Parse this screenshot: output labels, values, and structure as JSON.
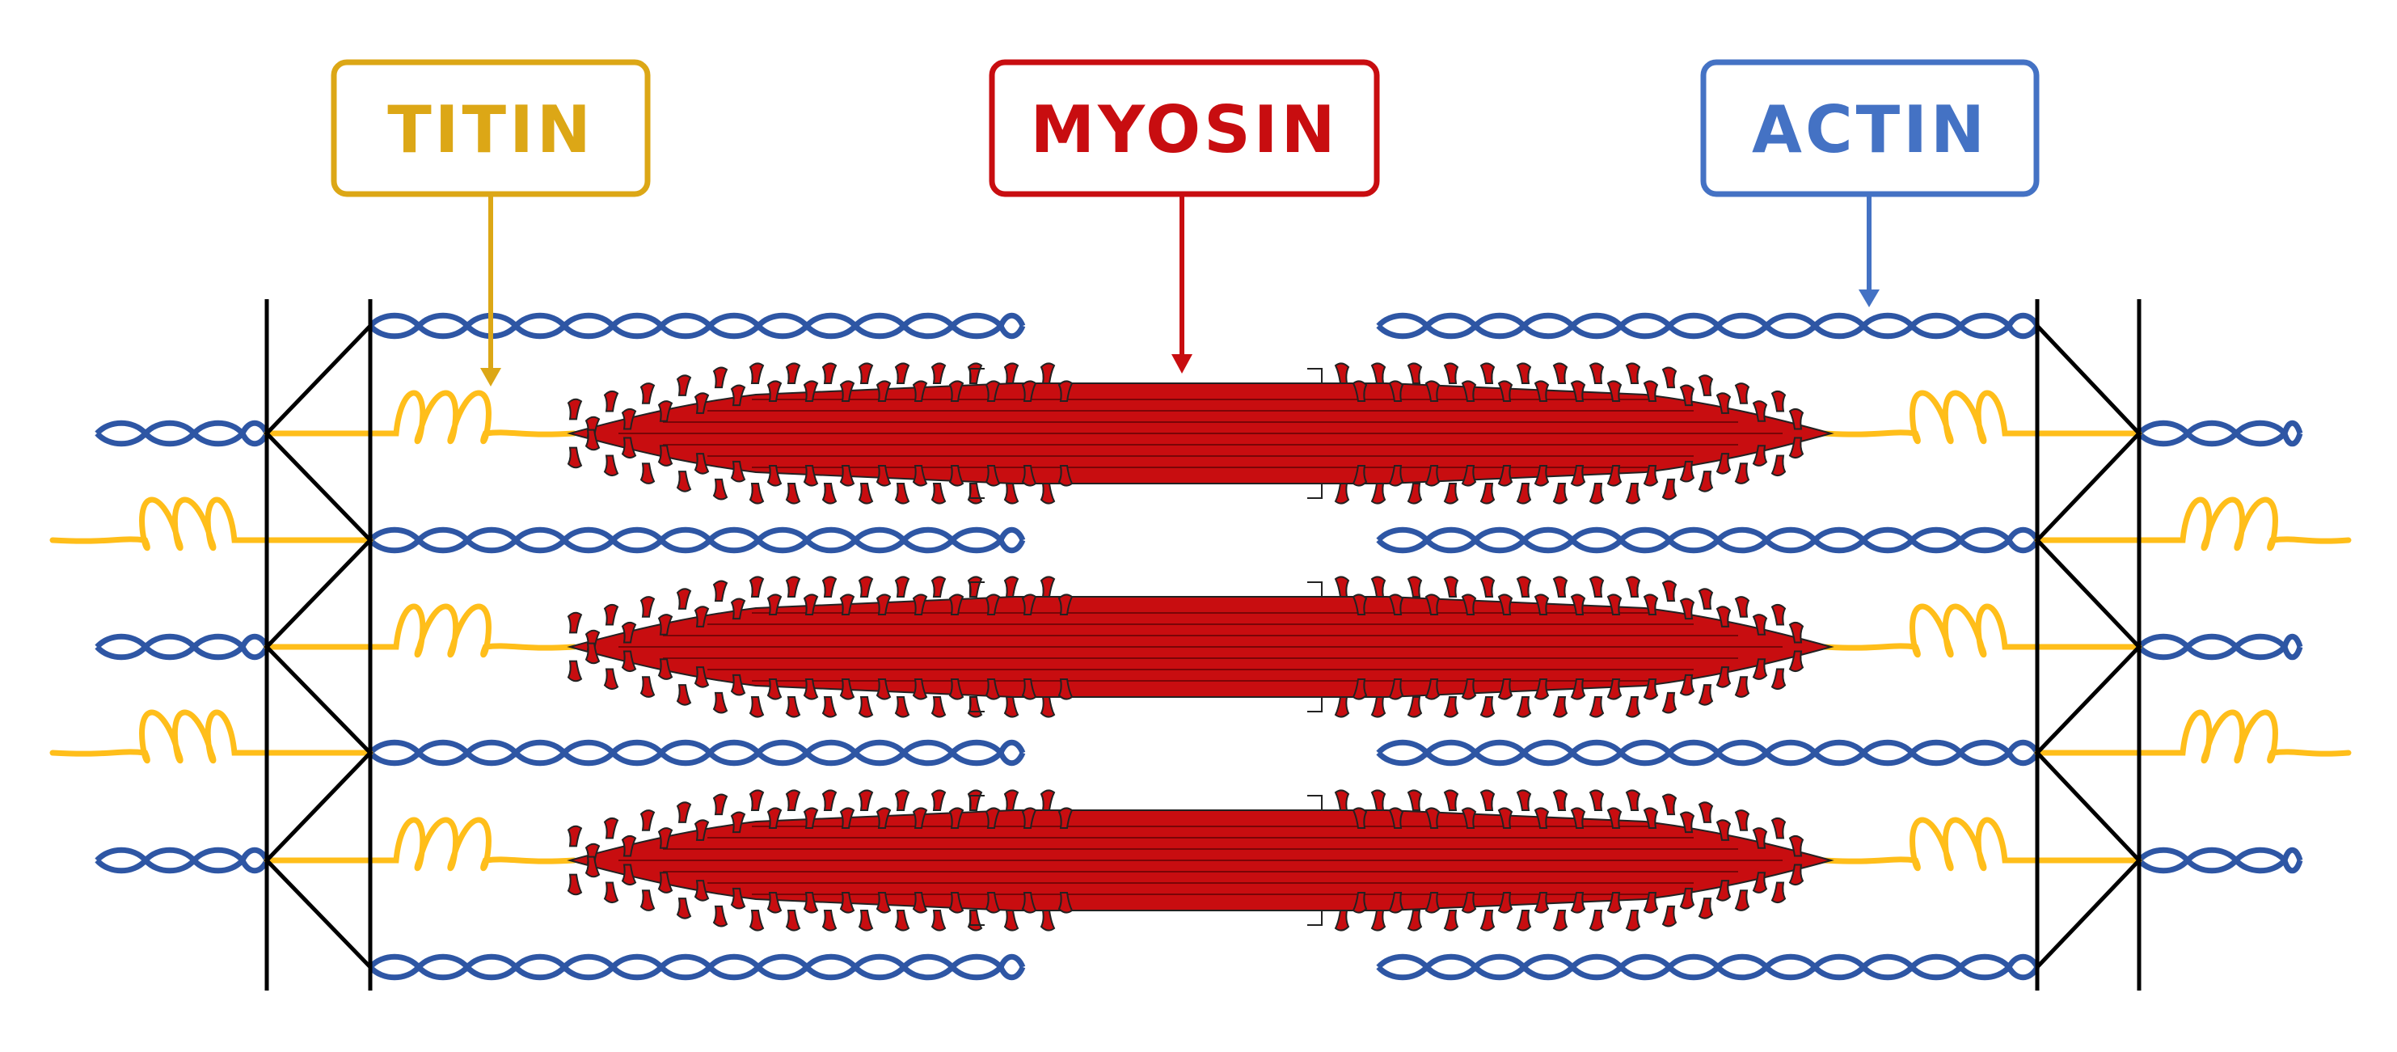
{
  "labels": {
    "titin": "TITIN",
    "myosin": "MYOSIN",
    "actin": "ACTIN"
  },
  "colors": {
    "titin": "#dca716",
    "titin_fiber": "#ffbe1a",
    "myosin": "#c80d10",
    "myosin_dark": "#7a0507",
    "actin_box": "#4472c4",
    "actin_fiber": "#2e56a4",
    "z_line": "#000000"
  }
}
